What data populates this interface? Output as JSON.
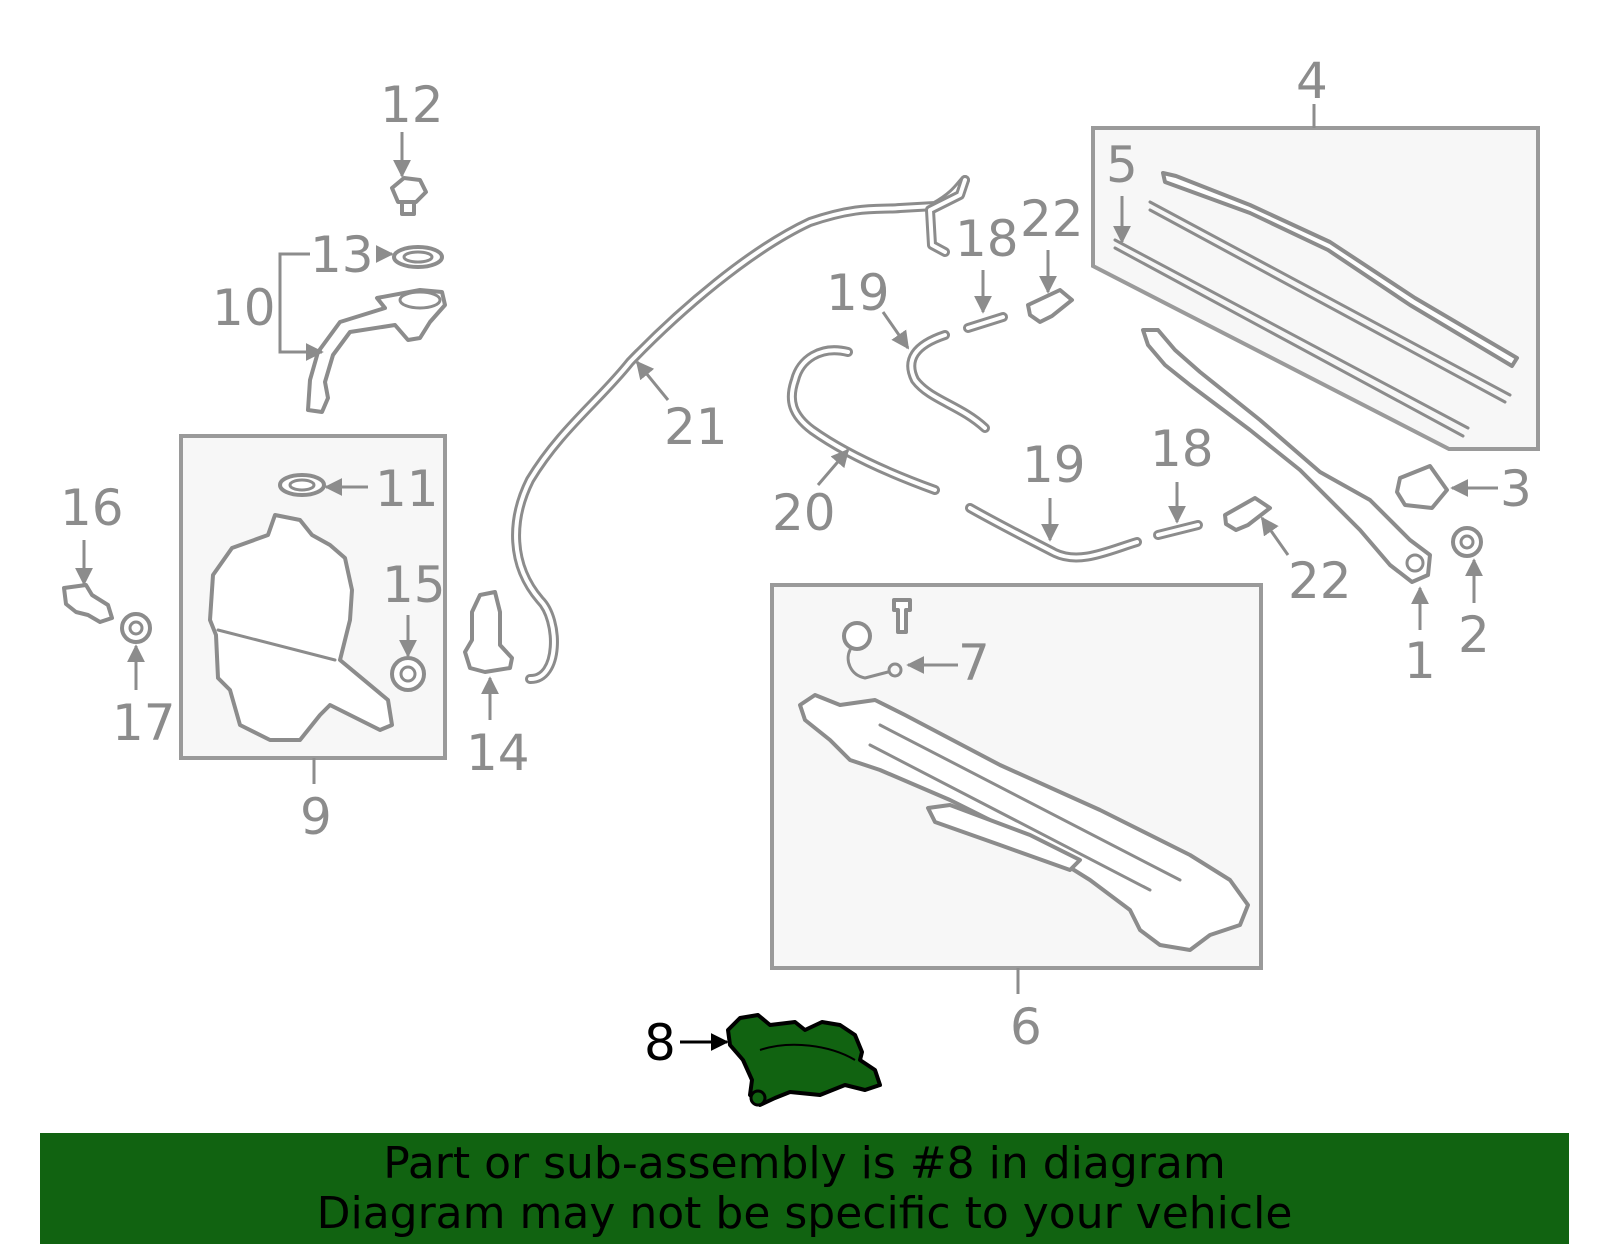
{
  "banner": {
    "line1": "Part or sub-assembly is #8 in diagram",
    "line2": "Diagram may not be specific to your vehicle"
  },
  "highlight_part": "8",
  "colors": {
    "highlight_fill": "#116311",
    "banner_bg": "#116311",
    "part_stroke": "#8c8c8c",
    "box_fill": "#f7f7f7"
  },
  "callouts": {
    "c1": "1",
    "c2": "2",
    "c3": "3",
    "c4": "4",
    "c5": "5",
    "c6": "6",
    "c7": "7",
    "c8": "8",
    "c9": "9",
    "c10": "10",
    "c11": "11",
    "c12": "12",
    "c13": "13",
    "c14": "14",
    "c15": "15",
    "c16": "16",
    "c17": "17",
    "c18a": "18",
    "c18b": "18",
    "c19a": "19",
    "c19b": "19",
    "c20": "20",
    "c21": "21",
    "c22a": "22",
    "c22b": "22"
  }
}
